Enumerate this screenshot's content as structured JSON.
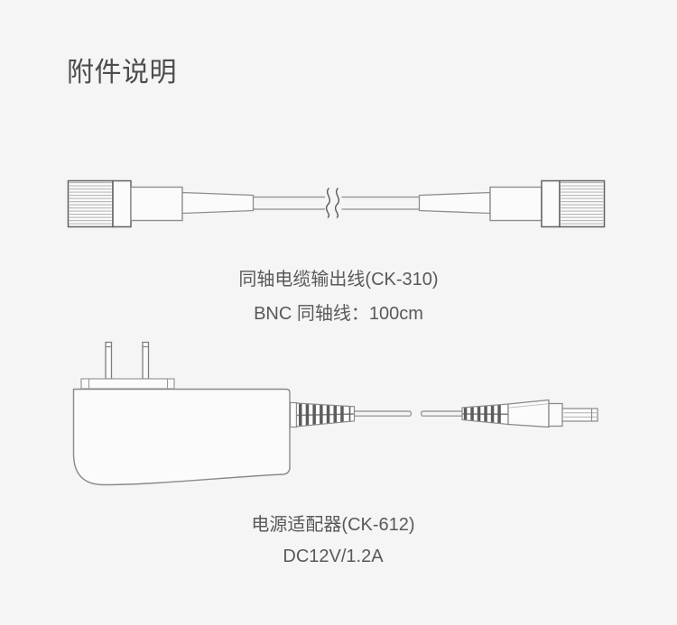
{
  "page": {
    "title": "附件说明"
  },
  "colors": {
    "background": "#f5f5f5",
    "title_text": "#4d4d4d",
    "caption_text": "#595959",
    "line_art_stroke": "#8a8a8a",
    "connector_stroke": "#606060"
  },
  "figures": [
    {
      "id": "coax-cable",
      "diagram": "coax-cable-line-drawing",
      "caption_line1": "同轴电缆输出线(CK-310)",
      "caption_line2": "BNC 同轴线：100cm"
    },
    {
      "id": "power-adapter",
      "diagram": "power-adapter-line-drawing",
      "caption_line1": "电源适配器(CK-612)",
      "caption_line2": "DC12V/1.2A"
    }
  ]
}
